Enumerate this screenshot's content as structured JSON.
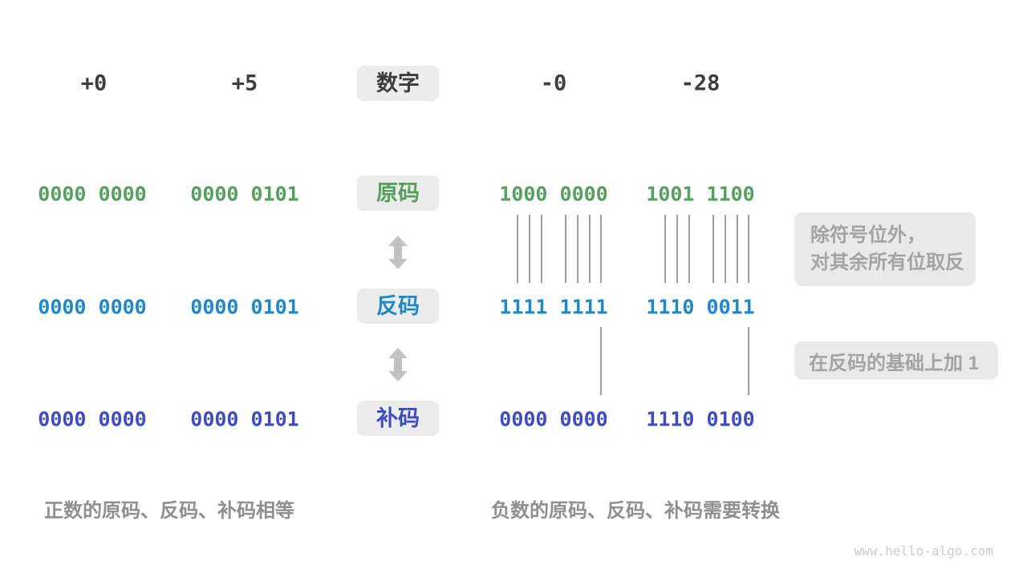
{
  "headers": [
    {
      "label": "+0"
    },
    {
      "label": "+5"
    },
    {
      "label": "数字"
    },
    {
      "label": "-0"
    },
    {
      "label": "-28"
    }
  ],
  "rows": [
    {
      "badge": "原码",
      "color": "#55a05f",
      "values": [
        "0000 0000",
        "0000 0101",
        "1000 0000",
        "1001 1100"
      ]
    },
    {
      "badge": "反码",
      "color": "#1f88c9",
      "values": [
        "0000 0000",
        "0000 0101",
        "1111 1111",
        "1110 0011"
      ]
    },
    {
      "badge": "补码",
      "color": "#3e4cc0",
      "values": [
        "0000 0000",
        "0000 0101",
        "0000 0000",
        "1110 0100"
      ]
    }
  ],
  "annotations": {
    "invert_line1": "除符号位外，",
    "invert_line2": "对其余所有位取反",
    "add_one": "在反码的基础上加 1"
  },
  "captions": {
    "positive": "正数的原码、反码、补码相等",
    "negative": "负数的原码、反码、补码需要转换"
  },
  "watermark": "www.hello-algo.com",
  "colors": {
    "sign_magnitude_green": "#55a05f",
    "ones_complement_blue": "#1f88c9",
    "twos_complement_indigo": "#3e4cc0",
    "badge_background": "#ececec",
    "annotation_background": "#e9e9e9",
    "annotation_text": "#a3a3a3",
    "caption_gray": "#8f8f8f",
    "header_dark": "#3d3d3d"
  }
}
